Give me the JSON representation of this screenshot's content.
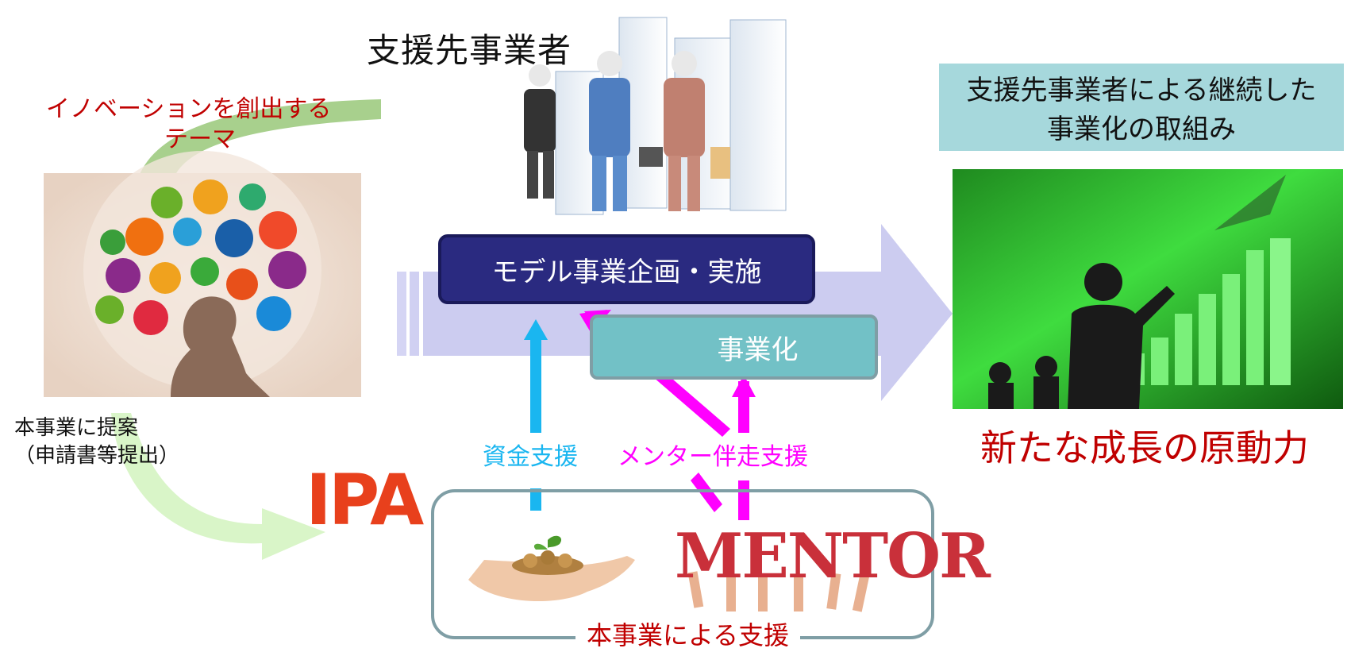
{
  "colors": {
    "proposal_arrow": "#a8d08d",
    "ipa_arrow": "#d9f5c8",
    "main_arrow": "#ccccf0",
    "model_box": "#2a2a80",
    "commercialization_box": "#72c1c6",
    "outcome_box": "#a6d8dc",
    "funding": "#1ab6f0",
    "mentor": "#ff00ff",
    "ipa_logo": "#e8401c",
    "dark_red": "#c00000",
    "growth_green": "#22c822"
  },
  "labels": {
    "support_target": "支援先事業者",
    "innovation_theme_line1": "イノベーションを創出する",
    "innovation_theme_line2": "テーマ",
    "proposal_line1": "本事業に提案",
    "proposal_line2": "（申請書等提出）",
    "model_project": "モデル事業企画・実施",
    "commercialization": "事業化",
    "outcome_line1": "支援先事業者による継続した",
    "outcome_line2": "事業化の取組み",
    "new_growth": "新たな成長の原動力",
    "funding_support": "資金支援",
    "mentor_support": "メンター伴走支援",
    "program_support": "本事業による支援"
  },
  "logos": {
    "ipa": "IPA",
    "mentor": "MENTOR"
  },
  "icons": [
    "shoe-icon",
    "piggy-bank-icon",
    "cart-icon",
    "graduation-cap-icon",
    "dollar-icon",
    "at-icon",
    "lightbulb-icon",
    "recycle-icon",
    "music-icon",
    "mail-icon",
    "bird-icon",
    "chat-icon",
    "perfume-icon",
    "phone-icon",
    "heart-icon",
    "people-icon"
  ]
}
